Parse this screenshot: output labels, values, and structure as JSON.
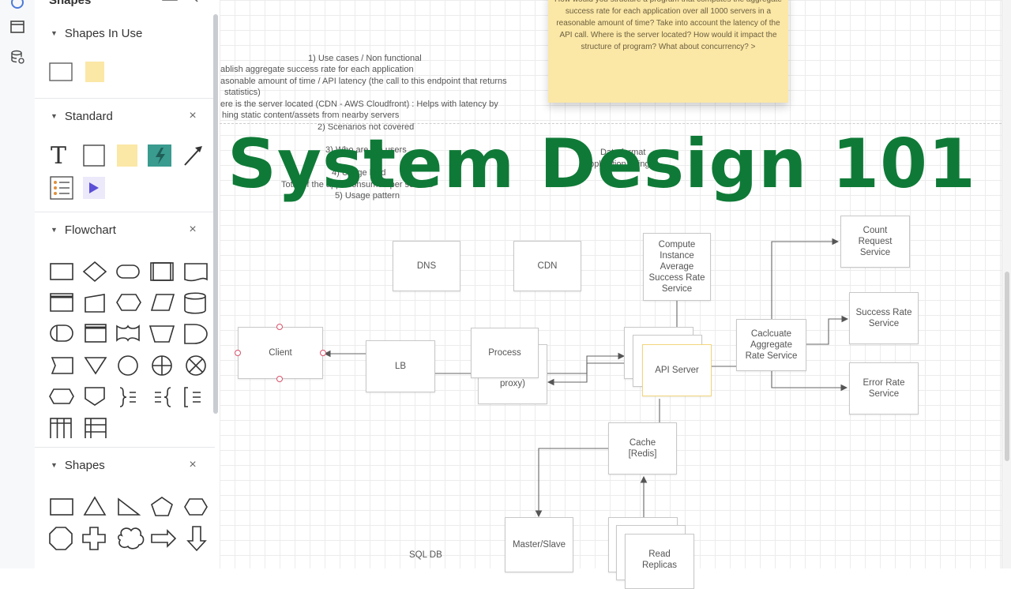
{
  "sidebar": {
    "top_title": "Shapes",
    "sections": [
      {
        "title": "Shapes In Use",
        "closable": false
      },
      {
        "title": "Standard",
        "closable": true
      },
      {
        "title": "Flowchart",
        "closable": true
      },
      {
        "title": "Shapes",
        "closable": true
      }
    ],
    "close_glyph": "×",
    "caret_glyph": "▼",
    "standard_text_tool": "T"
  },
  "rail_icons": [
    "shapes-icon",
    "page-icon",
    "data-icon"
  ],
  "notes": {
    "line1": "1) Use cases / Non functional",
    "line2": "ablish aggregate success rate for each application",
    "line3": "asonable amount of time / API latency  (the call to this endpoint that returns",
    "line4": "statistics)",
    "line5": "ere is the server located (CDN - AWS Cloudfront) : Helps with latency by",
    "line6": "hing static content/assets from nearby servers",
    "line7": "2) Scenarios not covered",
    "line8": "3) Who are the users",
    "line9": "4) Usage load",
    "line10": "Total of the apps consumed per second",
    "line11": "5) Usage pattern",
    "line12": "Data format",
    "line13": "application string"
  },
  "sticky": {
    "text": "How would you structure a program that computes the aggregate success rate for each application over all 1000 servers in a reasonable amount of time?  Take into account the latency of the API call. Where is the server located? How would it impact the structure of program? What about concurrency? >"
  },
  "title_overlay": "System Design 101",
  "diagram": {
    "client": "Client",
    "lb": "LB",
    "process": "Process",
    "proxy": "proxy)",
    "dns": "DNS",
    "cdn": "CDN",
    "compute": "Compute Instance Average Success Rate Service",
    "api_server": "API Server",
    "calculate": "Caclcuate Aggregate Rate Service",
    "count": "Count Request Service",
    "success": "Success Rate Service",
    "error": "Error Rate Service",
    "cache": "Cache [Redis]",
    "master": "Master/Slave",
    "read": "Read Replicas",
    "sqldb": "SQL DB"
  },
  "colors": {
    "title": "#0f7a37",
    "sticky": "#fbe7a6",
    "selection": "#f2d57a",
    "port": "#d9536b",
    "lightning": "#3a9b8f",
    "play": "#5a4fd6"
  }
}
